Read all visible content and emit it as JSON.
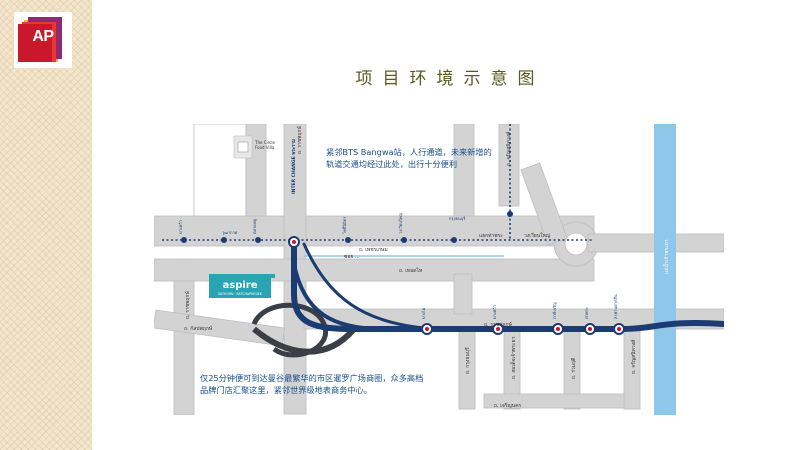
{
  "logo": {
    "text": "AP"
  },
  "page": {
    "title": "项目环境示意图"
  },
  "map": {
    "note_top": "紧邻BTS Bangwa站，人行通道，未来新增的轨道交通均经过此处，出行十分便利",
    "note_bottom": "仅25分钟便可到达曼谷最繁华的市区暹罗广场商圈，众多高档品牌门店汇聚这里，紧邻世界级地表商务中心。",
    "landmark_label": "The Circle\nFood Villa",
    "project_name": "aspire",
    "project_tagline": "SATHORN · RATCHAPHRUEK",
    "interchange_label": "INTER CHANGE พระราม",
    "road_labels": {
      "ratchaphruek_north": "ถ. ราชพฤกษ์",
      "phet_kasem": "ถ. เพชรเกษม",
      "bang_wa_junction": "แยกท่าพระ",
      "wongwian_yai": "วงเวียนใหญ่",
      "ratchaphruek_south": "ถ. ราชพฤกษ์",
      "kalpapruek": "ถ. กัลปพฤกษ์",
      "thoet_thai": "ถ. เทอดไท",
      "small_soi": "ซอย ...",
      "ratchaphruek_west": "ถ. ราชพฤกษ์",
      "sukhumvit": "ถ. จรัญสนิทวงศ์",
      "krung_thon": "ถ. กรุงธนบุรี",
      "somdet": "ถ. สมเด็จเจ้าพระยา",
      "charoen_nakhon": "ถ. เจริญนคร",
      "rama3": "ถ. ร่วมฤดี",
      "charansanitwong": "ถ. จรัญสนิทวงศ์",
      "river": "แม่น้ำเจ้าพระยา"
    },
    "station_labels": {
      "s1": "บางหว้า",
      "s2": "วุฒากาศ",
      "s3": "ตลาดพลู",
      "s4": "โพธิ์นิมิตร",
      "s5": "วงเวียนใหญ่",
      "s6": "กรุงธนบุรี",
      "s7": "บางไผ่",
      "s8": "บางหว้า",
      "s9": "ภาษีเจริญ",
      "s10": "ท่าพระ",
      "s11": "สะพานตากสิน"
    },
    "colors": {
      "road": "#d3d3d3",
      "road_edge": "#bdbdbd",
      "expressway": "#1b3c72",
      "expressway_dark": "#3a3f47",
      "bts_line": "#1b3c72",
      "river": "#8ec7ea",
      "note": "#1a4f8e",
      "project_box": "#2aa3b4"
    }
  }
}
